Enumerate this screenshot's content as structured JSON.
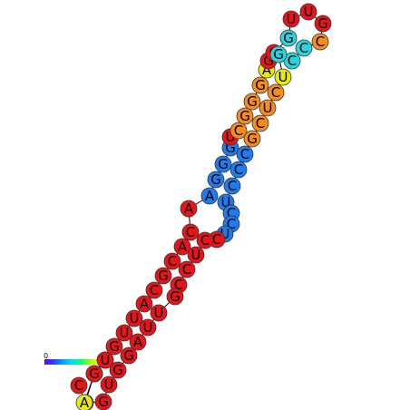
{
  "legend": {
    "min_label": "0",
    "colors": [
      "#6a00ff",
      "#2b3bff",
      "#00a0ff",
      "#00e0e0",
      "#00ff80",
      "#9cff00",
      "#ffff00"
    ]
  },
  "palette": {
    "R": "#e8141a",
    "O": "#f68c1e",
    "Y": "#e6ea10",
    "C": "#27d5e0",
    "B": "#1e7cf0"
  },
  "nucleotides": [
    {
      "base": "C",
      "c": "R"
    },
    {
      "base": "U",
      "c": "R"
    },
    {
      "base": "U",
      "c": "Y"
    },
    {
      "base": "C",
      "c": "R"
    },
    {
      "base": "G",
      "c": "R"
    },
    {
      "base": "U",
      "c": "R"
    },
    {
      "base": "U",
      "c": "R"
    },
    {
      "base": "A",
      "c": "R"
    },
    {
      "base": "C",
      "c": "R"
    },
    {
      "base": "G",
      "c": "R"
    },
    {
      "base": "C",
      "c": "R"
    },
    {
      "base": "A",
      "c": "R"
    },
    {
      "base": "C",
      "c": "R"
    },
    {
      "base": "A",
      "c": "R"
    },
    {
      "base": "A",
      "c": "B"
    },
    {
      "base": "G",
      "c": "B"
    },
    {
      "base": "G",
      "c": "B"
    },
    {
      "base": "G",
      "c": "B"
    },
    {
      "base": "U",
      "c": "R"
    },
    {
      "base": "C",
      "c": "O"
    },
    {
      "base": "G",
      "c": "O"
    },
    {
      "base": "G",
      "c": "O"
    },
    {
      "base": "G",
      "c": "O"
    },
    {
      "base": "A",
      "c": "Y"
    },
    {
      "base": "G",
      "c": "R"
    },
    {
      "base": "C",
      "c": "R"
    },
    {
      "base": "G",
      "c": "C"
    },
    {
      "base": "U",
      "c": "R"
    },
    {
      "base": "U",
      "c": "R"
    },
    {
      "base": "G",
      "c": "R"
    },
    {
      "base": "C",
      "c": "O"
    },
    {
      "base": "C",
      "c": "C"
    },
    {
      "base": "C",
      "c": "C"
    },
    {
      "base": "G",
      "c": "C"
    },
    {
      "base": "U",
      "c": "Y"
    },
    {
      "base": "C",
      "c": "O"
    },
    {
      "base": "U",
      "c": "O"
    },
    {
      "base": "C",
      "c": "O"
    },
    {
      "base": "G",
      "c": "O"
    },
    {
      "base": "C",
      "c": "B"
    },
    {
      "base": "C",
      "c": "B"
    },
    {
      "base": "C",
      "c": "B"
    },
    {
      "base": "U",
      "c": "B"
    },
    {
      "base": "C",
      "c": "B"
    },
    {
      "base": "C",
      "c": "B"
    },
    {
      "base": "U",
      "c": "B"
    },
    {
      "base": "C",
      "c": "R"
    },
    {
      "base": "C",
      "c": "R"
    },
    {
      "base": "U",
      "c": "R"
    },
    {
      "base": "C",
      "c": "R"
    },
    {
      "base": "C",
      "c": "R"
    },
    {
      "base": "G",
      "c": "R"
    },
    {
      "base": "U",
      "c": "R"
    },
    {
      "base": "U",
      "c": "R"
    },
    {
      "base": "A",
      "c": "R"
    },
    {
      "base": "G",
      "c": "R"
    },
    {
      "base": "G",
      "c": "R"
    },
    {
      "base": "U",
      "c": "R"
    },
    {
      "base": "G",
      "c": "R"
    },
    {
      "base": "A",
      "c": "Y"
    },
    {
      "base": "G",
      "c": "R"
    },
    {
      "base": "U",
      "c": "R"
    }
  ]
}
